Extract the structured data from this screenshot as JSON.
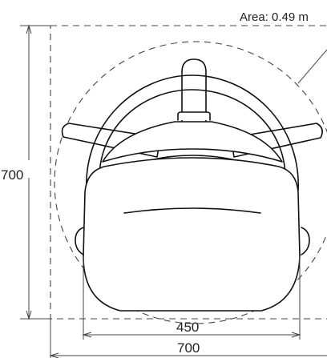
{
  "diagram": {
    "area_label": "Area: 0.49 m",
    "dimensions": {
      "height": "700",
      "seat_width": "450",
      "overall_width": "700"
    }
  }
}
